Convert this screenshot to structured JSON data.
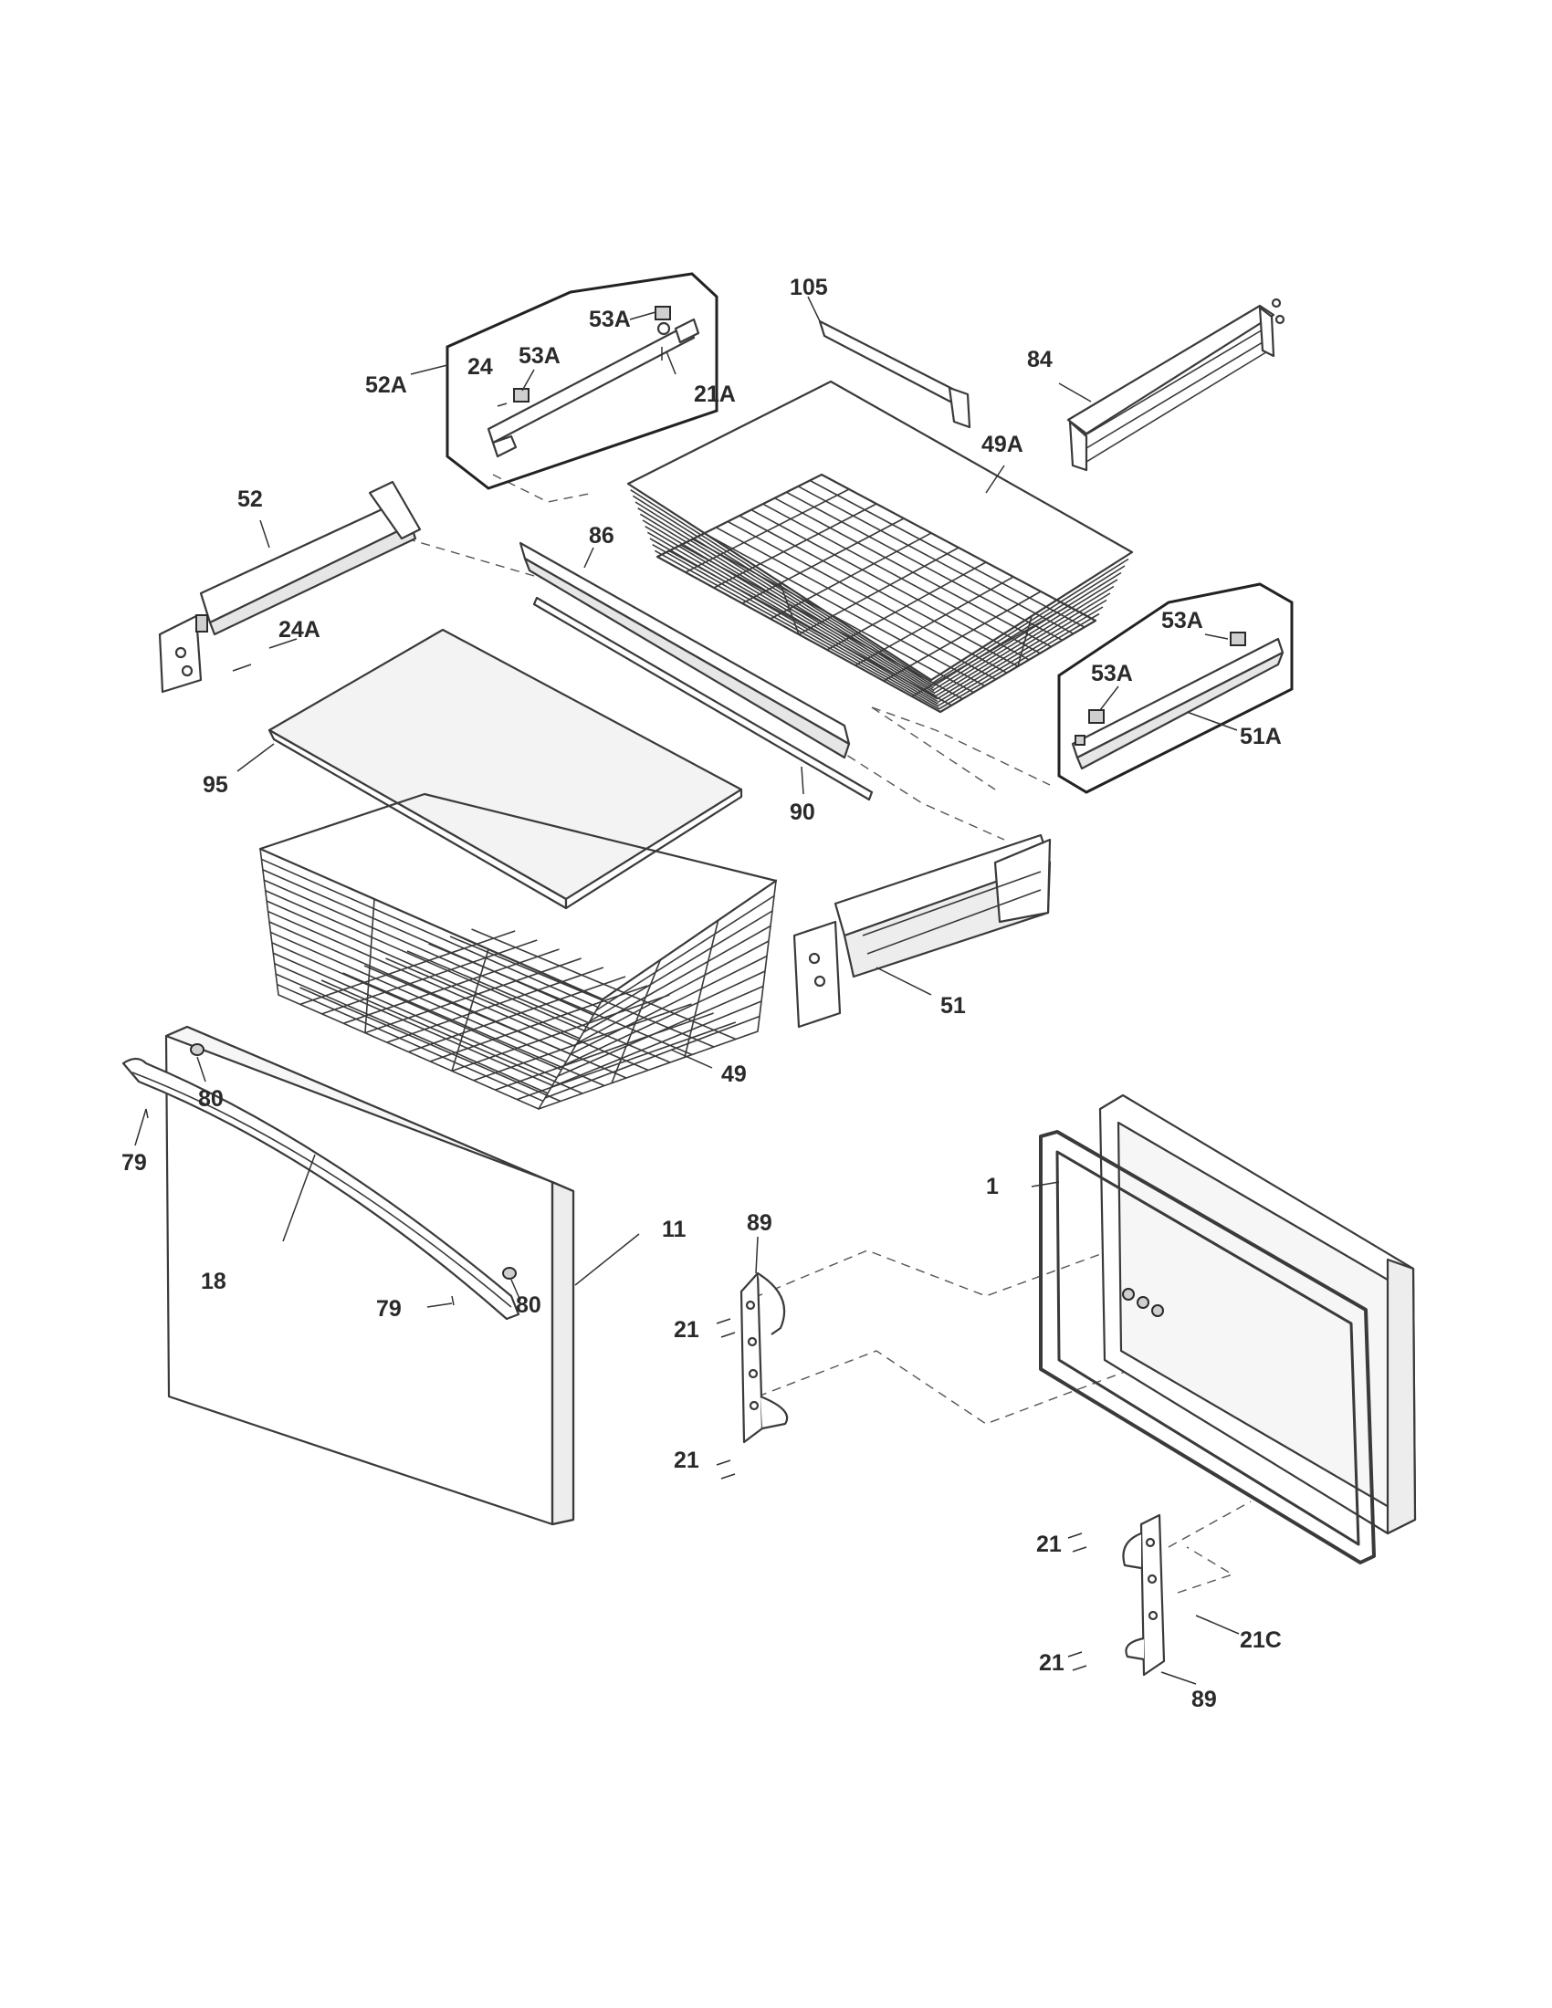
{
  "callouts": {
    "c105": "105",
    "c84": "84",
    "c53A_1": "53A",
    "c53A_2": "53A",
    "c24": "24",
    "c21A": "21A",
    "c52A": "52A",
    "c49A": "49A",
    "c52": "52",
    "c86": "86",
    "c24A": "24A",
    "c53A_3": "53A",
    "c53A_4": "53A",
    "c51A": "51A",
    "c95": "95",
    "c90": "90",
    "c51": "51",
    "c49": "49",
    "c80_1": "80",
    "c79_1": "79",
    "c1": "1",
    "c89_1": "89",
    "c11": "11",
    "c18": "18",
    "c79_2": "79",
    "c80_2": "80",
    "c21_1": "21",
    "c21_2": "21",
    "c21_3": "21",
    "c21C": "21C",
    "c21_4": "21",
    "c89_2": "89"
  }
}
